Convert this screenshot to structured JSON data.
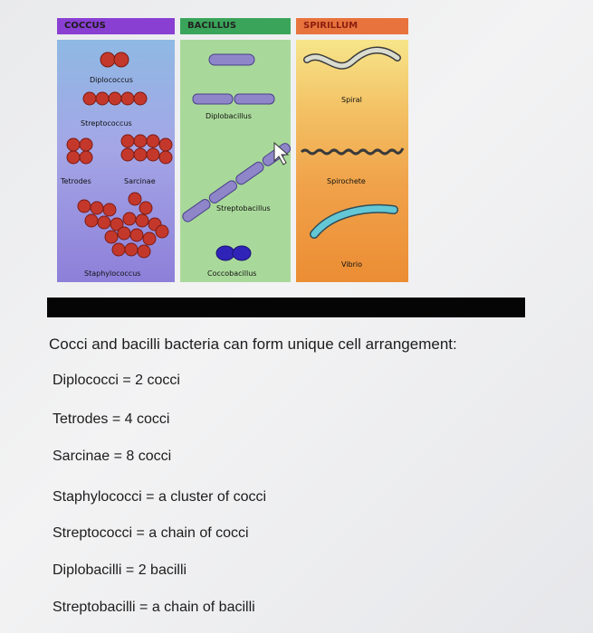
{
  "diagram": {
    "columns": [
      {
        "header": "COCCUS",
        "color": "#8a3fd3"
      },
      {
        "header": "BACILLUS",
        "color": "#3aa55a"
      },
      {
        "header": "SPIRILLUM",
        "color": "#e8733d"
      }
    ],
    "cocci_labels": {
      "diplococcus": "Diplococcus",
      "streptococcus": "Streptococcus",
      "tetrodes": "Tetrodes",
      "sarcinae": "Sarcinae",
      "staphylococcus": "Staphylococcus"
    },
    "bacillus_labels": {
      "diplobacillus": "Diplobacillus",
      "streptobacillus": "Streptobacillus",
      "coccobacillus": "Coccobacillus"
    },
    "spirillum_labels": {
      "spiral": "Spiral",
      "spirochete": "Spirochete",
      "vibrio": "Vibrio"
    }
  },
  "text": {
    "heading": "Cocci and bacilli bacteria can form unique cell arrangement:",
    "lines": [
      "Diplococci = 2 cocci",
      "Tetrodes = 4 cocci",
      "Sarcinae = 8 cocci",
      "Staphylococci = a cluster of cocci",
      "Streptococci = a chain of cocci",
      "Diplobacilli = 2 bacilli",
      "Streptobacilli = a chain of bacilli"
    ]
  }
}
